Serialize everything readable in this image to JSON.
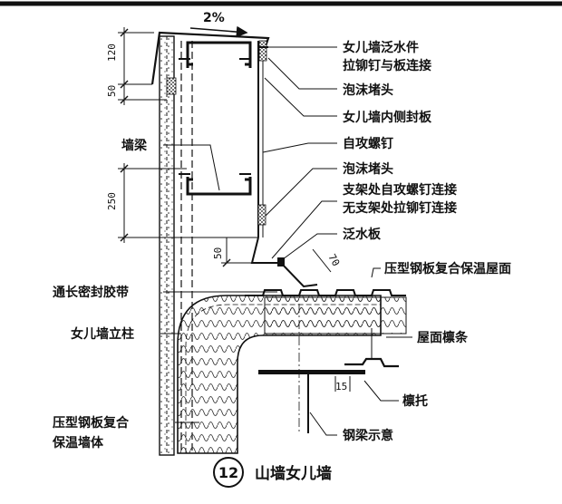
{
  "slope": "2%",
  "dimensions": {
    "d120": "120",
    "d50a": "50",
    "d250": "250",
    "d50b": "50",
    "d70": "70",
    "d15": "15"
  },
  "labels": {
    "l1": "女儿墙泛水件",
    "l2": "拉铆钉与板连接",
    "l3": "泡沫堵头",
    "l4": "女儿墙内侧封板",
    "l5": "自攻螺钉",
    "l6": "泡沫堵头",
    "l7": "支架处自攻螺钉连接",
    "l8": "无支架处拉铆钉连接",
    "l9": "泛水板",
    "l10": "压型钢板复合保温屋面",
    "l11": "屋面檩条",
    "l12": "檩托",
    "l13": "钢梁示意",
    "l14": "墙梁",
    "l15": "通长密封胶带",
    "l16": "女儿墙立柱",
    "l17": "压型钢板复合",
    "l18": "保温墙体"
  },
  "caption": {
    "number": "12",
    "title": "山墙女儿墙"
  }
}
